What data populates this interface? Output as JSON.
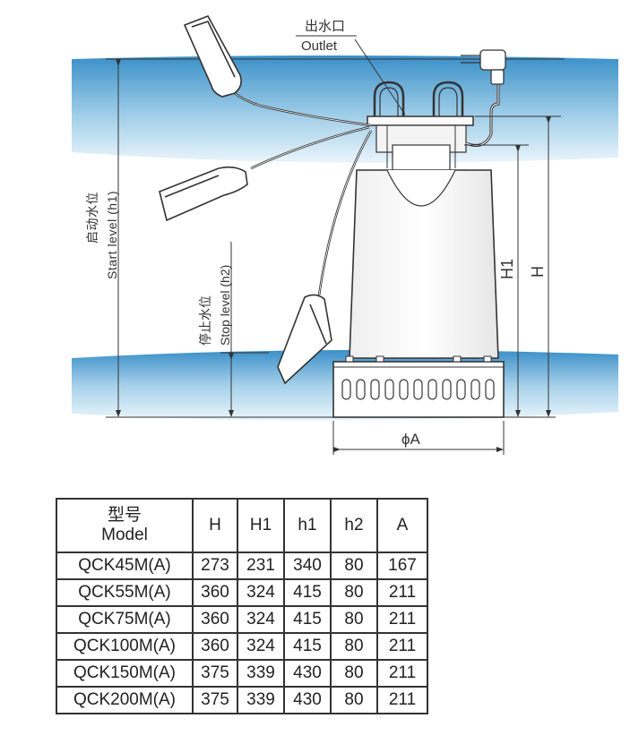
{
  "labels": {
    "outlet_cn": "出水口",
    "outlet_en": "Outlet",
    "start_level_cn": "启动水位",
    "start_level_en": "Start level (h1)",
    "stop_level_cn": "停止水位",
    "stop_level_en": "Stop level (h2)",
    "dim_H1": "H1",
    "dim_H": "H",
    "dim_phiA": "ϕA"
  },
  "colors": {
    "water_dark": "#3a8fc8",
    "water_light": "#e6f3fb",
    "line": "#333333"
  },
  "table": {
    "header_cn": "型号",
    "header_en": "Model",
    "columns": [
      "H",
      "H1",
      "h1",
      "h2",
      "A"
    ],
    "rows": [
      {
        "model": "QCK45M(A)",
        "values": [
          "273",
          "231",
          "340",
          "80",
          "167"
        ]
      },
      {
        "model": "QCK55M(A)",
        "values": [
          "360",
          "324",
          "415",
          "80",
          "211"
        ]
      },
      {
        "model": "QCK75M(A)",
        "values": [
          "360",
          "324",
          "415",
          "80",
          "211"
        ]
      },
      {
        "model": "QCK100M(A)",
        "values": [
          "360",
          "324",
          "415",
          "80",
          "211"
        ]
      },
      {
        "model": "QCK150M(A)",
        "values": [
          "375",
          "339",
          "430",
          "80",
          "211"
        ]
      },
      {
        "model": "QCK200M(A)",
        "values": [
          "375",
          "339",
          "430",
          "80",
          "211"
        ]
      }
    ]
  }
}
